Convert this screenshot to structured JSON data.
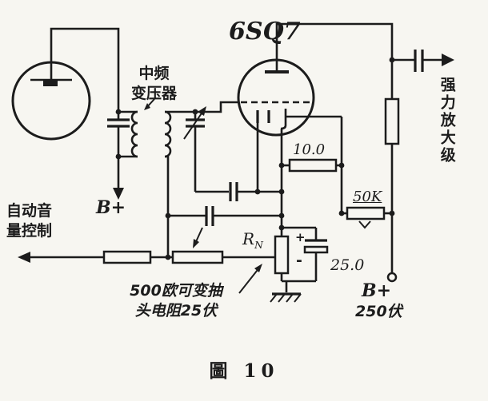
{
  "colors": {
    "ink": "#1c1c1c",
    "paper": "#f7f6f1"
  },
  "labels": {
    "tube": "6SQ7",
    "if_transformer_line1": "中频",
    "if_transformer_line2": "变压器",
    "b_plus_left": "B+",
    "avc_line1": "自动音",
    "avc_line2": "量控制",
    "output_stage": "强力放大级",
    "r_anode": "10.0",
    "r_50k": "50K",
    "c_electrolytic": "25.0",
    "rn_main": "R",
    "rn_sub": "N",
    "plus_sign": "+",
    "minus_sign": "-",
    "pot_note_line1": "500欧可变抽",
    "pot_note_line2": "头电阻25伏",
    "b_plus_right_line1": "B+",
    "b_plus_right_line2": "250伏",
    "caption": "圖 10"
  }
}
